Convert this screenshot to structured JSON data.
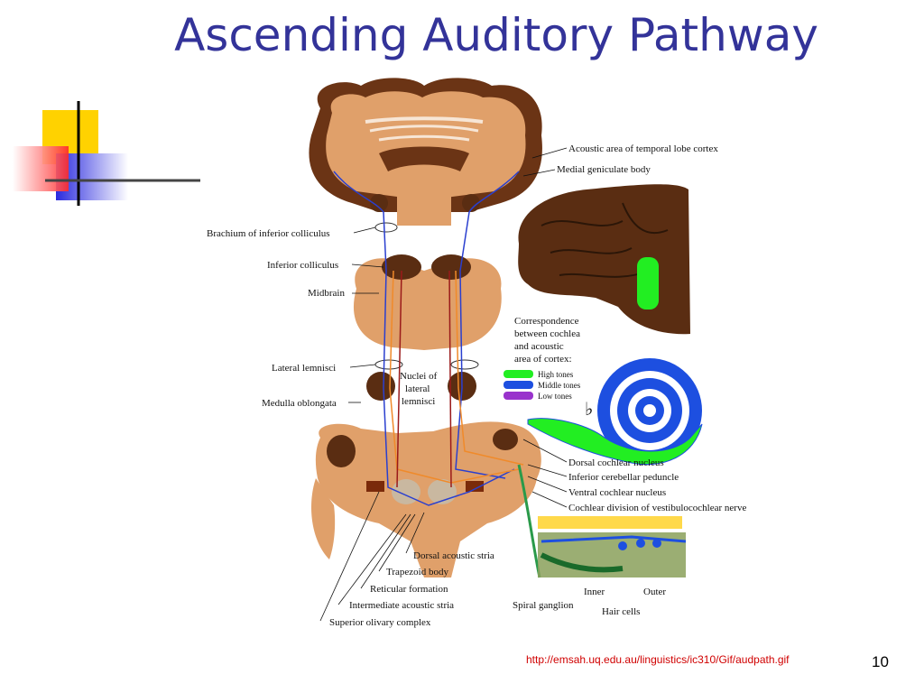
{
  "slide": {
    "title": "Ascending Auditory Pathway",
    "footer_url": "http://emsah.uq.edu.au/linguistics/ic310/Gif/audpath.gif",
    "page_number": "10"
  },
  "colors": {
    "title": "#333399",
    "tissue": "#e3a46c",
    "dark_tissue": "#5a2d12",
    "pathway_blue": "#2a3fcf",
    "pathway_orange": "#f08a2a",
    "high_tones": "#22dd22",
    "middle_tones": "#1d4fe0",
    "low_tones": "#9933cc",
    "url": "#d00000"
  },
  "diagram": {
    "labels": {
      "acoustic_area": "Acoustic area of temporal lobe cortex",
      "medial_geniculate": "Medial geniculate body",
      "brachium": "Brachium of inferior colliculus",
      "inferior_colliculus": "Inferior colliculus",
      "midbrain": "Midbrain",
      "lateral_lemnisci": "Lateral lemnisci",
      "nuclei_line1": "Nuclei of",
      "nuclei_line2": "lateral",
      "nuclei_line3": "lemnisci",
      "medulla": "Medulla oblongata",
      "dorsal_cochlear": "Dorsal cochlear nucleus",
      "inferior_cerebellar": "Inferior cerebellar peduncle",
      "ventral_cochlear": "Ventral cochlear nucleus",
      "cochlear_division": "Cochlear division of vestibulocochlear nerve",
      "dorsal_acoustic_stria": "Dorsal acoustic stria",
      "trapezoid": "Trapezoid body",
      "reticular": "Reticular formation",
      "intermediate_stria": "Intermediate acoustic stria",
      "superior_olivary": "Superior olivary complex",
      "spiral_ganglion": "Spiral ganglion",
      "inner": "Inner",
      "outer": "Outer",
      "hair_cells": "Hair cells"
    },
    "legend": {
      "heading_line1": "Correspondence",
      "heading_line2": "between cochlea",
      "heading_line3": "and acoustic",
      "heading_line4": "area of cortex:",
      "high": "High tones",
      "middle": "Middle tones",
      "low": "Low tones"
    }
  }
}
